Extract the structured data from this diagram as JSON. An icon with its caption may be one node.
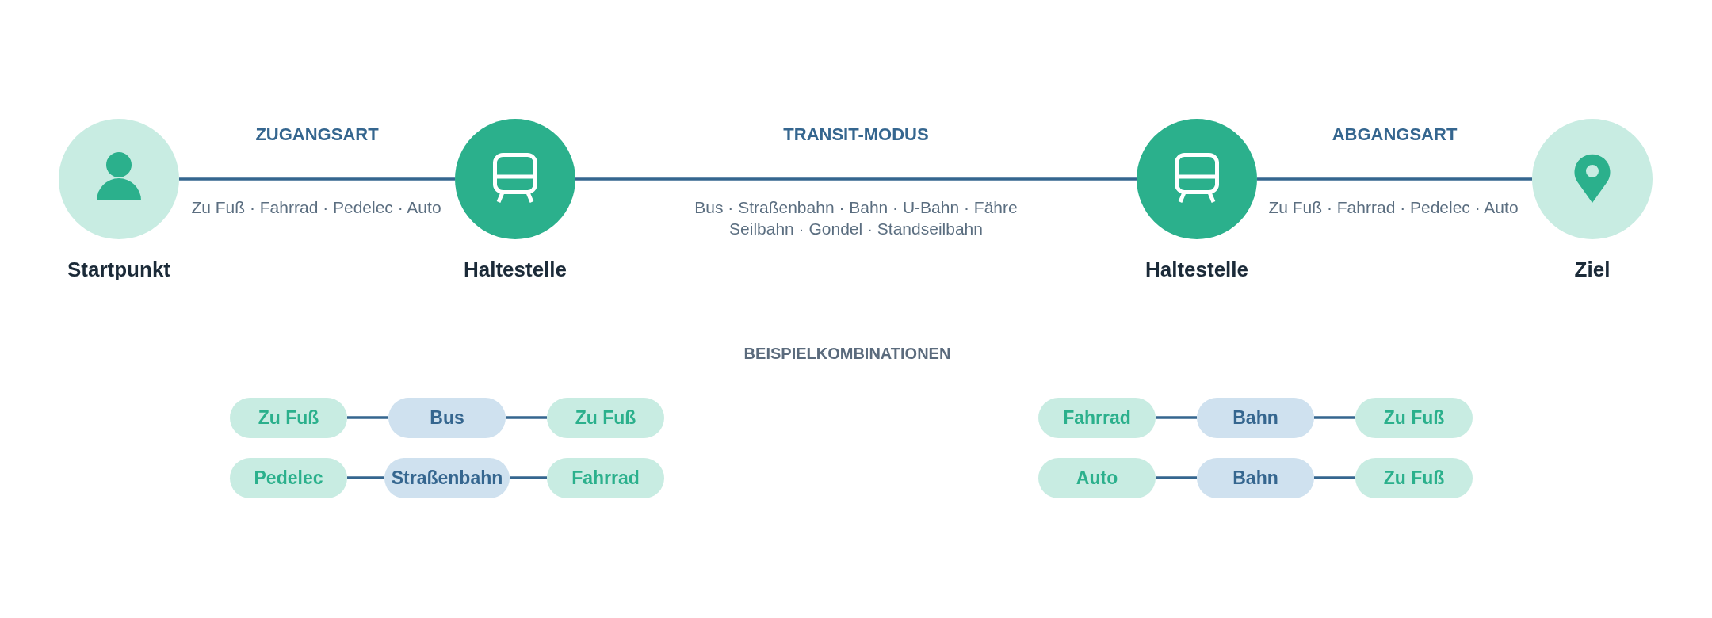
{
  "diagram": {
    "nodes": [
      {
        "text": [
          "Startpunkt"
        ]
      },
      {
        "text": [
          "Haltestelle"
        ]
      },
      {
        "text": [
          "Haltestelle"
        ]
      },
      {
        "text": [
          "Ziel"
        ]
      },
      {
        "text": [
          "Zu Fuß"
        ]
      },
      {
        "text": [
          "Bus"
        ]
      },
      {
        "text": [
          "Zu Fuß"
        ]
      },
      {
        "text": [
          "Fahrrad"
        ]
      },
      {
        "text": [
          "Bahn"
        ]
      },
      {
        "text": [
          "Zu Fuß"
        ]
      },
      {
        "text": [
          "Pedelec"
        ]
      },
      {
        "text": [
          "Straßenbahn"
        ]
      },
      {
        "text": [
          "Fahrrad"
        ]
      },
      {
        "text": [
          "Auto"
        ]
      },
      {
        "text": [
          "Bahn"
        ]
      },
      {
        "text": [
          "Zu Fuß"
        ]
      }
    ],
    "edges": [
      {
        "from": 0,
        "to": 1,
        "arrow": "none",
        "label": "ZUGANGSART"
      },
      {
        "from": 1,
        "to": 2,
        "arrow": "none",
        "label": "TRANSIT-MODUS"
      },
      {
        "from": 2,
        "to": 3,
        "arrow": "none",
        "label": "ABGANGSART"
      },
      {
        "from": 4,
        "to": 5,
        "arrow": "none"
      },
      {
        "from": 5,
        "to": 6,
        "arrow": "none"
      },
      {
        "from": 7,
        "to": 8,
        "arrow": "none"
      },
      {
        "from": 8,
        "to": 9,
        "arrow": "none"
      },
      {
        "from": 10,
        "to": 11,
        "arrow": "none"
      },
      {
        "from": 11,
        "to": 12,
        "arrow": "none"
      },
      {
        "from": 13,
        "to": 14,
        "arrow": "none"
      },
      {
        "from": 14,
        "to": 15,
        "arrow": "none"
      }
    ],
    "labels": [
      "Zu Fuß · Fahrrad · Pedelec · Auto",
      "Bus · Straßenbahn · Bahn · U-Bahn · Fähre Seilbahn · Gondel · Standseilbahn",
      "Zu Fuß · Fahrrad · Pedelec · Auto",
      "BEISPIELKOMBINATIONEN"
    ]
  }
}
